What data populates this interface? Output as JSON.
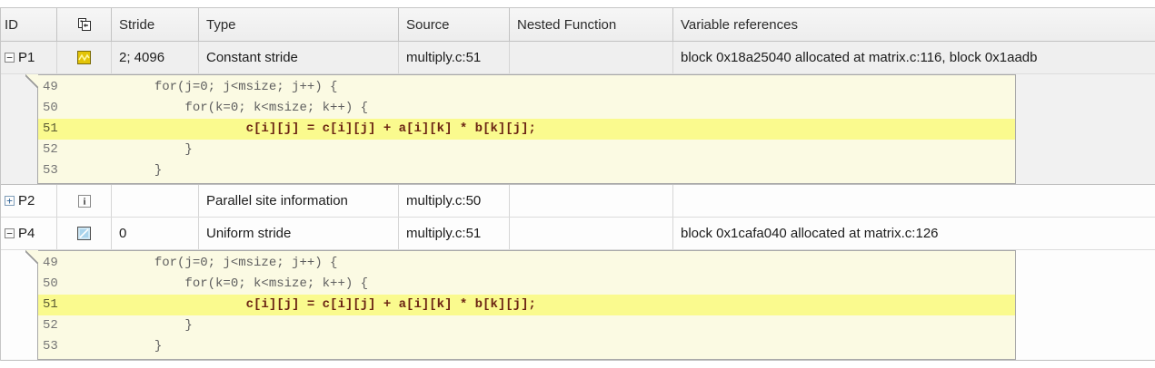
{
  "table": {
    "columns": [
      {
        "key": "id",
        "label": "ID"
      },
      {
        "key": "icon",
        "label": ""
      },
      {
        "key": "stride",
        "label": "Stride"
      },
      {
        "key": "type",
        "label": "Type"
      },
      {
        "key": "source",
        "label": "Source"
      },
      {
        "key": "nested",
        "label": "Nested Function"
      },
      {
        "key": "varrefs",
        "label": "Variable references"
      }
    ],
    "header_icon": "stride-type-icon",
    "rows": [
      {
        "id": "P1",
        "expander": "minus",
        "selected": true,
        "icon": "constant-stride-icon",
        "stride": "2; 4096",
        "type": "Constant stride",
        "source": "multiply.c:51",
        "nested": "",
        "varrefs": "block 0x18a25040 allocated at matrix.c:116, block 0x1aadb",
        "expanded_code": true,
        "snippet_strip": "gray"
      },
      {
        "id": "P2",
        "expander": "plus",
        "selected": false,
        "icon": "info-icon",
        "stride": "",
        "type": "Parallel site information",
        "source": "multiply.c:50",
        "nested": "",
        "varrefs": "",
        "expanded_code": false,
        "snippet_strip": ""
      },
      {
        "id": "P4",
        "expander": "minus",
        "selected": false,
        "icon": "uniform-stride-icon",
        "stride": "0",
        "type": "Uniform stride",
        "source": "multiply.c:51",
        "nested": "",
        "varrefs": "block 0x1cafa040 allocated at matrix.c:126",
        "expanded_code": true,
        "snippet_strip": "white"
      }
    ]
  },
  "code_snippet": {
    "lines": [
      {
        "number": "49",
        "text": "            for(j=0; j<msize; j++) {",
        "highlight": false
      },
      {
        "number": "50",
        "text": "                for(k=0; k<msize; k++) {",
        "highlight": false
      },
      {
        "number": "51",
        "text": "                        c[i][j] = c[i][j] + a[i][k] * b[k][j];",
        "highlight": true
      },
      {
        "number": "52",
        "text": "                }",
        "highlight": false
      },
      {
        "number": "53",
        "text": "            }",
        "highlight": false
      }
    ]
  },
  "icons": {
    "expander_minus_glyph": "−",
    "expander_plus_glyph": "+",
    "info_glyph": "i"
  },
  "colors": {
    "header_bg": "#f1f1f1",
    "selected_row_bg": "#efefef",
    "row_bg": "#fdfdfd",
    "snippet_bg": "#fbfae3",
    "highlight_bg": "#fafa8e",
    "highlight_text": "#6b2413",
    "code_text": "#5f5f5f",
    "grid_line": "#d6d6d6",
    "constant_stride_icon": "#e3c407",
    "uniform_stride_icon": "#cde7f5",
    "info_icon_bg": "#fdfdfd"
  }
}
